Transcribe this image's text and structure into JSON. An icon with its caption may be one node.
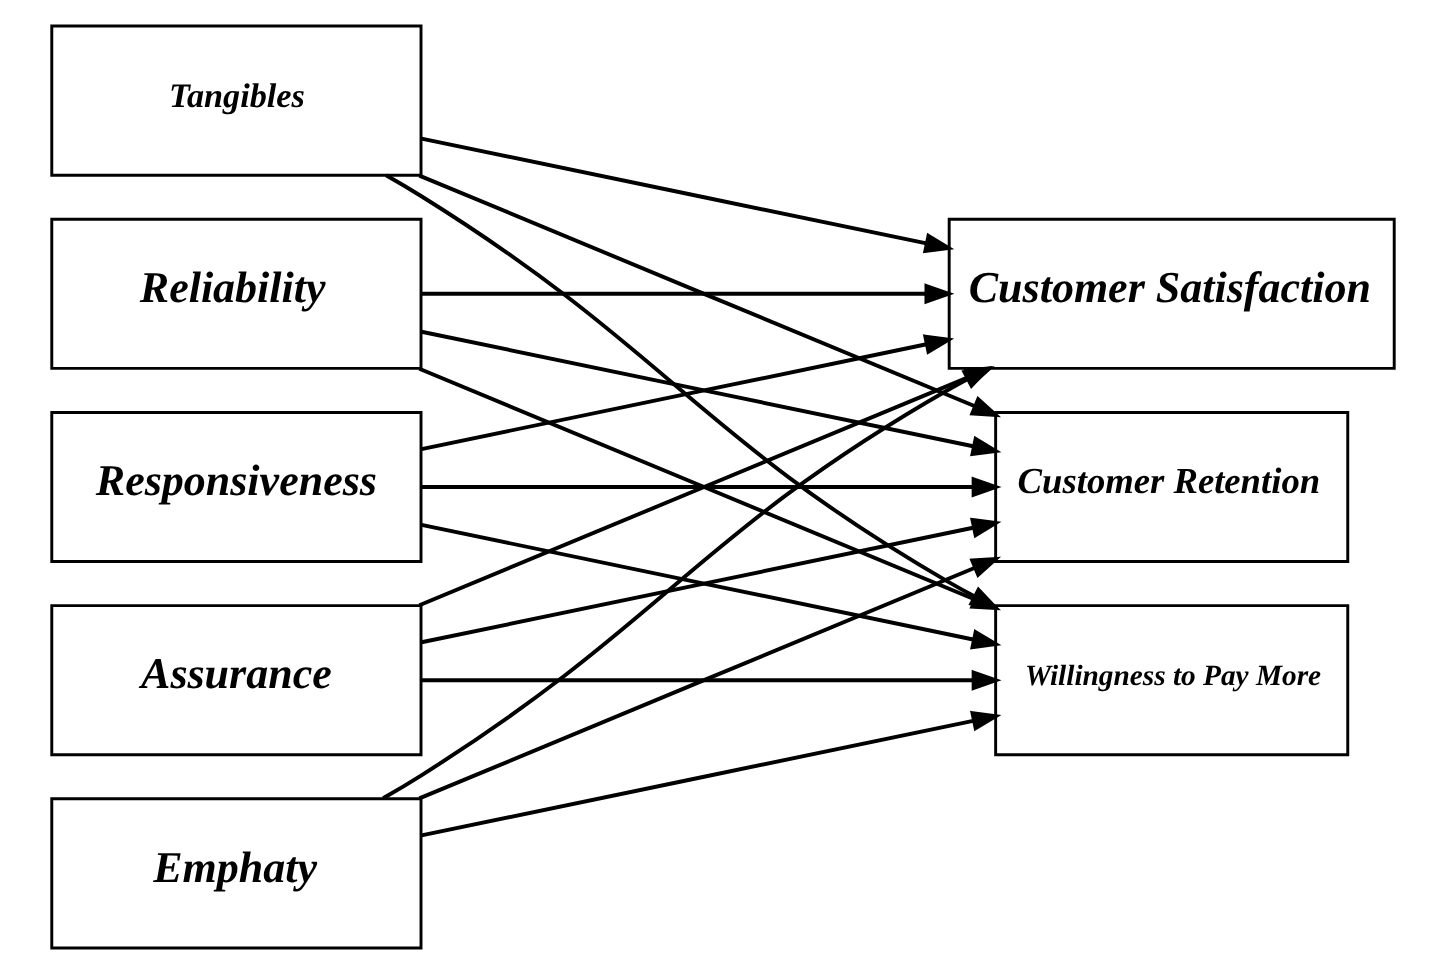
{
  "diagram": {
    "nodes": [
      {
        "text": [
          "Tangibles"
        ]
      },
      {
        "text": [
          "Reliability"
        ]
      },
      {
        "text": [
          "Responsiveness"
        ]
      },
      {
        "text": [
          "Assurance"
        ]
      },
      {
        "text": [
          "Emphaty"
        ]
      },
      {
        "text": [
          "Customer Satisfaction"
        ]
      },
      {
        "text": [
          "Customer Retention"
        ]
      },
      {
        "text": [
          "Willingness to Pay More"
        ]
      }
    ],
    "edges": [
      {
        "from": 0,
        "to": 5,
        "arrow": "to"
      },
      {
        "from": 0,
        "to": 6,
        "arrow": "to"
      },
      {
        "from": 0,
        "to": 7,
        "arrow": "to"
      },
      {
        "from": 1,
        "to": 5,
        "arrow": "to"
      },
      {
        "from": 1,
        "to": 6,
        "arrow": "to"
      },
      {
        "from": 1,
        "to": 7,
        "arrow": "to"
      },
      {
        "from": 2,
        "to": 5,
        "arrow": "to"
      },
      {
        "from": 2,
        "to": 6,
        "arrow": "to"
      },
      {
        "from": 2,
        "to": 7,
        "arrow": "to"
      },
      {
        "from": 3,
        "to": 5,
        "arrow": "to"
      },
      {
        "from": 3,
        "to": 6,
        "arrow": "to"
      },
      {
        "from": 3,
        "to": 7,
        "arrow": "to"
      },
      {
        "from": 4,
        "to": 5,
        "arrow": "to"
      },
      {
        "from": 4,
        "to": 6,
        "arrow": "to"
      },
      {
        "from": 4,
        "to": 7,
        "arrow": "to"
      }
    ]
  }
}
